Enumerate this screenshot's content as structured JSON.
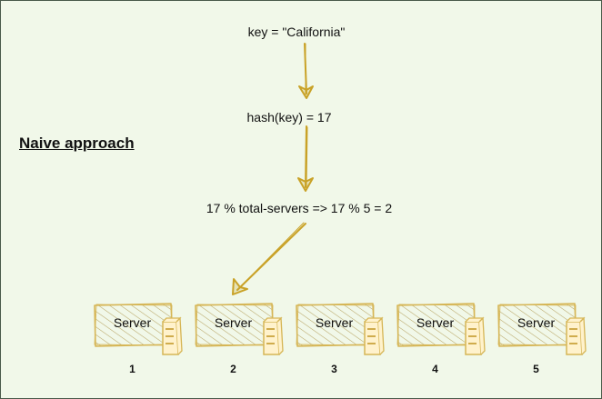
{
  "diagram": {
    "title": "Naive approach",
    "steps": [
      "key = \"California\"",
      "hash(key) = 17",
      "17 % total-servers => 17 % 5 = 2"
    ],
    "servers": [
      {
        "label": "Server",
        "number": "1"
      },
      {
        "label": "Server",
        "number": "2"
      },
      {
        "label": "Server",
        "number": "3"
      },
      {
        "label": "Server",
        "number": "4"
      },
      {
        "label": "Server",
        "number": "5"
      }
    ],
    "target_server_index": 1
  },
  "colors": {
    "background": "#f1f8e9",
    "border": "#4a5a4a",
    "arrow": "#c9a227",
    "server_fill": "#fff2cc",
    "server_stroke": "#d6b656",
    "hatch": "#b8a566"
  }
}
